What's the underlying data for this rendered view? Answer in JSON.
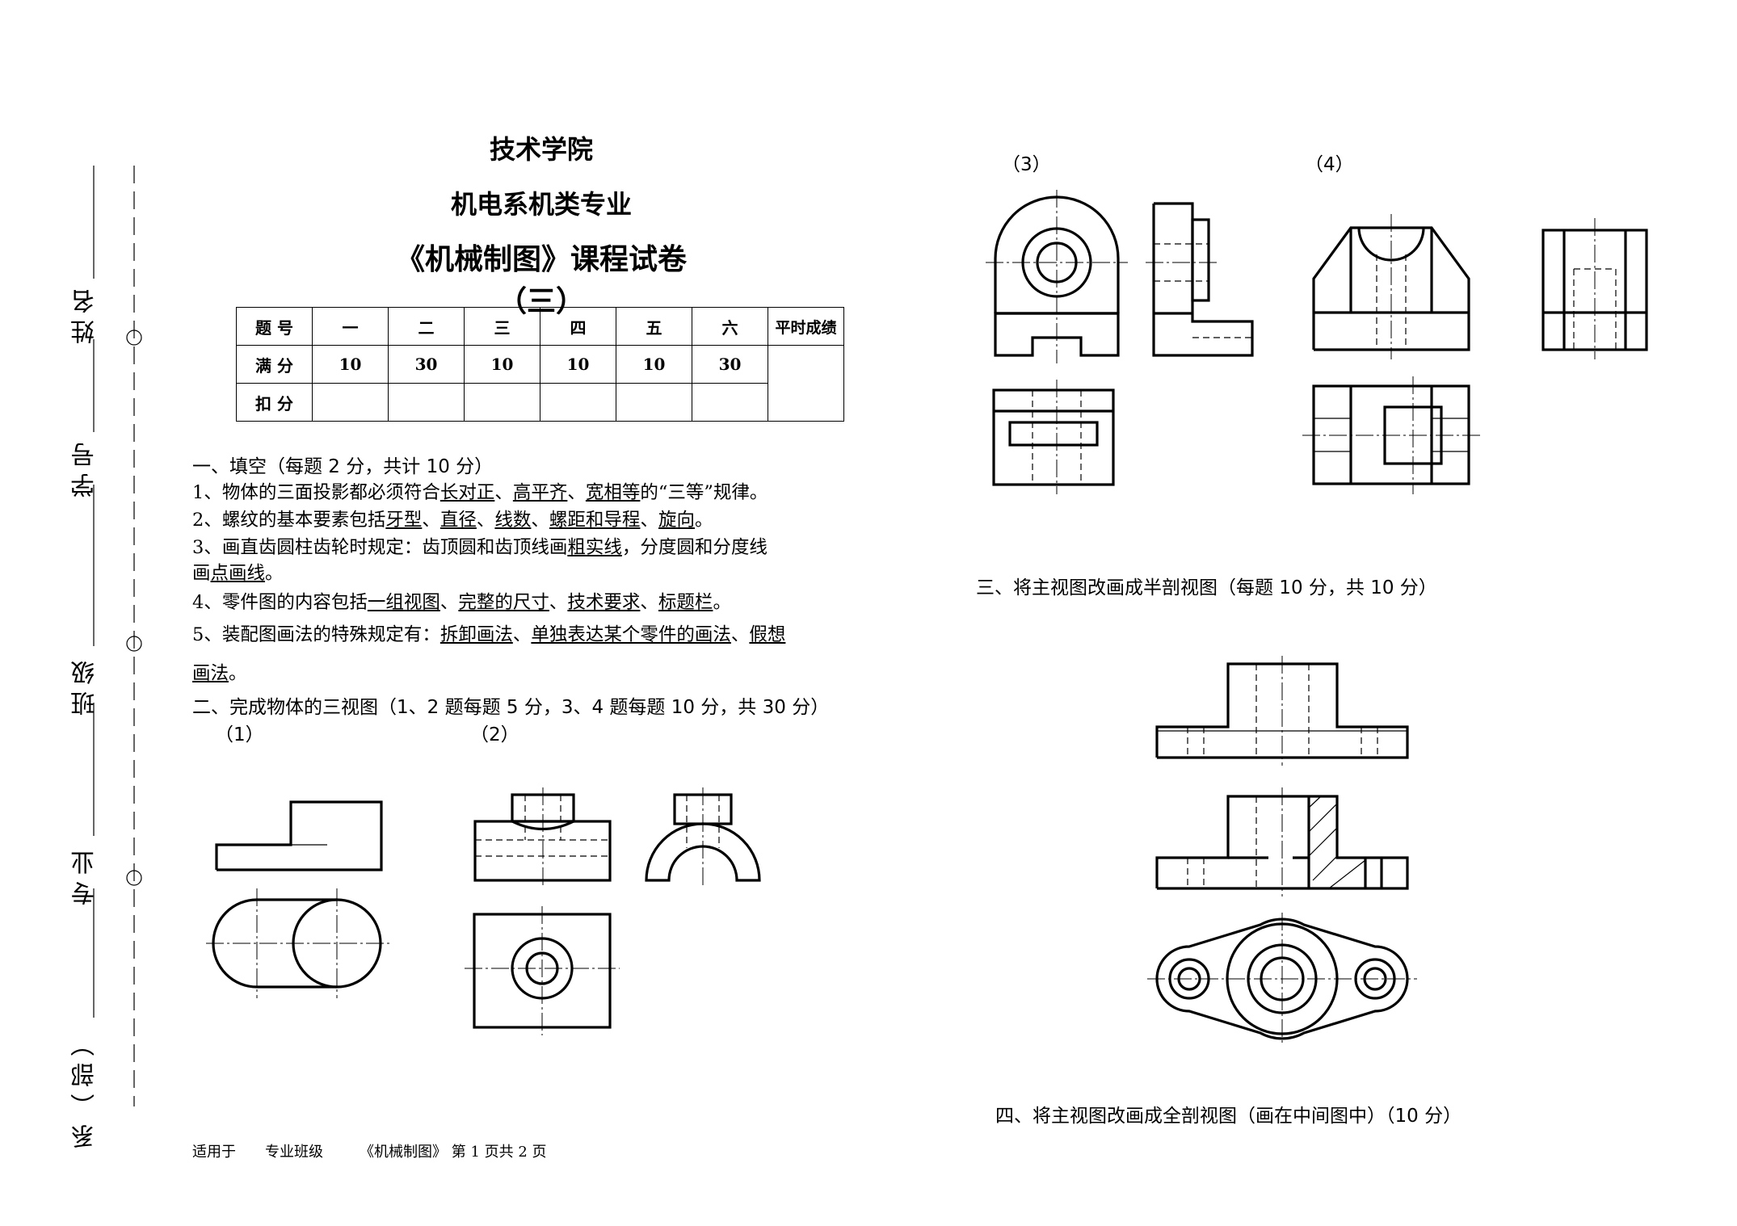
{
  "binding": {
    "name": "姓名",
    "student_no": "学号",
    "class": "班级",
    "major": "专业",
    "department": "系（部）"
  },
  "header": {
    "school": "技术学院",
    "department": "机电系机类专业",
    "title": "《机械制图》课程试卷（三）"
  },
  "score_table": {
    "row_labels": [
      "题 号",
      "满 分",
      "扣 分"
    ],
    "columns": [
      "一",
      "二",
      "三",
      "四",
      "五",
      "六"
    ],
    "full_marks": [
      "10",
      "30",
      "10",
      "10",
      "10",
      "30"
    ],
    "extra_column": "平时成绩"
  },
  "section1": {
    "heading": "一、填空（每题 2 分，共计 10 分）",
    "q1": {
      "a": "1、物体的三面投影都必须符合",
      "b": "长对正",
      "c": "、",
      "d": "高平齐",
      "e": "、",
      "f": "宽相等",
      "g": "的“三等”规律。"
    },
    "q2": {
      "a": "2、螺纹的基本要素包括",
      "b": "牙型",
      "c": "、",
      "d": "直径",
      "e": "、",
      "f": "线数",
      "g": "、",
      "h": "螺距和导程",
      "i": "、",
      "j": "旋向",
      "k": "。"
    },
    "q3": {
      "a": "3、画直齿圆柱齿轮时规定：齿顶圆和齿顶线画",
      "b": "粗实线",
      "c": "，分度圆和分度线",
      "d": "画",
      "e": "点画线",
      "f": "。"
    },
    "q4": {
      "a": "4、零件图的内容包括",
      "b": "一组视图",
      "c": "、",
      "d": "完整的尺寸",
      "e": "、",
      "f": "技术要求",
      "g": "、",
      "h": "标题栏",
      "i": "。"
    },
    "q5": {
      "a": "5、装配图画法的特殊规定有：",
      "b": "拆卸画法",
      "c": "、",
      "d": "单独表达某个零件的画法",
      "e": "、",
      "f": "假想",
      "g": "画法",
      "h": "。"
    }
  },
  "section2": {
    "heading": "二、完成物体的三视图（1、2 题每题 5 分，3、4 题每题 10 分，共 30 分）",
    "labels": [
      "（1）",
      "（2）",
      "（3）",
      "（4）"
    ]
  },
  "section3": {
    "heading": "三、将主视图改画成半剖视图（每题 10 分，共 10 分）"
  },
  "section4": {
    "heading": "四、将主视图改画成全剖视图（画在中间图中）（10 分）"
  },
  "footer": {
    "text": "适用于　　专业班级　　　《机械制图》 第 1 页共  2 页"
  }
}
